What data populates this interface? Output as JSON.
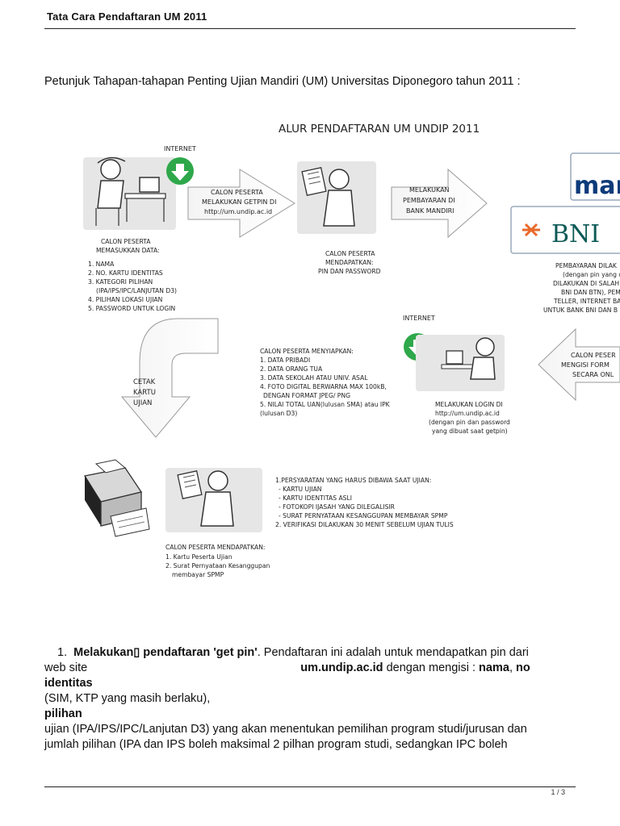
{
  "header": {
    "title": "Tata Cara Pendaftaran UM  2011"
  },
  "intro": "Petunjuk Tahapan-tahapan Penting Ujian Mandiri (UM)  Universitas Diponegoro tahun 2011 :",
  "diagram": {
    "title": "ALUR PENDAFTARAN UM UNDIP 2011",
    "internet_label_1": "INTERNET",
    "internet_label_2": "INTERNET",
    "arrow1": [
      "CALON PESERTA",
      "MELAKUKAN GETPIN DI",
      "http://um.undip.ac.id"
    ],
    "arrow2": [
      "MELAKUKAN",
      "PEMBAYARAN DI",
      "BANK MANDIRI"
    ],
    "bank1_logo": "mar",
    "bank2_logo": "BNI",
    "step1_heading": [
      "CALON PESERTA",
      "MEMASUKKAN DATA:"
    ],
    "step1_items": [
      "1. NAMA",
      "2. NO. KARTU IDENTITAS",
      "3. KATEGORI PILIHAN",
      "(IPA/IPS/IPC/LANJUTAN D3)",
      "4. PILIHAN LOKASI UJIAN",
      "5. PASSWORD UNTUK LOGIN"
    ],
    "step2_text": [
      "CALON PESERTA",
      "MENDAPATKAN:",
      "PIN DAN PASSWORD"
    ],
    "payment_text": [
      "PEMBAYARAN DILAK",
      "(dengan pin yang d",
      "DILAKUKAN DI SALAH",
      "BNI DAN BTN), PEMI",
      "TELLER, INTERNET BA",
      "UNTUK BANK BNI DAN B"
    ],
    "prepare_text": [
      "CALON PESERTA MENYIAPKAN:",
      "1. DATA PRIBADI",
      "2. DATA ORANG TUA",
      "3. DATA SEKOLAH ATAU UNIV. ASAL",
      "4. FOTO DIGITAL BERWARNA MAX 100kB,",
      "DENGAN FORMAT JPEG/ PNG",
      "5. NILAI TOTAL UAN(lulusan SMA) atau IPK",
      "(lulusan D3)"
    ],
    "arrow_left": [
      "CALON PESER",
      "MENGISI FORM",
      "SECARA ONL"
    ],
    "login_text": [
      "MELAKUKAN LOGIN DI",
      "http://um.undip.ac.id",
      "(dengan pin dan password",
      "yang dibuat saat getpin)"
    ],
    "cetak_text": [
      "CETAK",
      "KARTU",
      "UJIAN"
    ],
    "requirements": [
      "1.PERSYARATAN YANG HARUS DIBAWA SAAT UJIAN:",
      "- KARTU UJIAN",
      "- KARTU IDENTITAS ASLI",
      "- FOTOKOPI IJASAH YANG DILEGALISIR",
      "- SURAT PERNYATAAN KESANGGUPAN MEMBAYAR SPMP",
      "2. VERIFIKASI DILAKUKAN 30 MENIT SEBELUM UJIAN TULIS"
    ],
    "final_text": [
      "CALON PESERTA MENDAPATKAN:",
      "1. Kartu Peserta Ujian",
      "2. Surat Pernyataan Kesanggupan",
      "membayar SPMP"
    ]
  },
  "body": {
    "num": "1.",
    "melakukan": "Melakukan▯ pendaftaran 'get pin'",
    "sentence1": ". Pendaftaran ini adalah untuk mendapatkan pin dari",
    "website": "web site",
    "url": "um.undip.ac.id",
    "dengan": " dengan mengisi : ",
    "nama": "nama",
    "comma": ", ",
    "no": "no",
    "identitas": "identitas",
    "sim": "(SIM, KTP yang masih berlaku),",
    "pilihan": "pilihan",
    "ujian_line": "ujian (IPA/IPS/IPC/Lanjutan D3) yang akan menentukan pemilihan program studi/jurusan dan",
    "jumlah_line": "jumlah pilihan (IPA dan IPS boleh maksimal 2 pilhan program studi, sedangkan IPC boleh"
  },
  "footer": {
    "page": "1 / 3"
  }
}
